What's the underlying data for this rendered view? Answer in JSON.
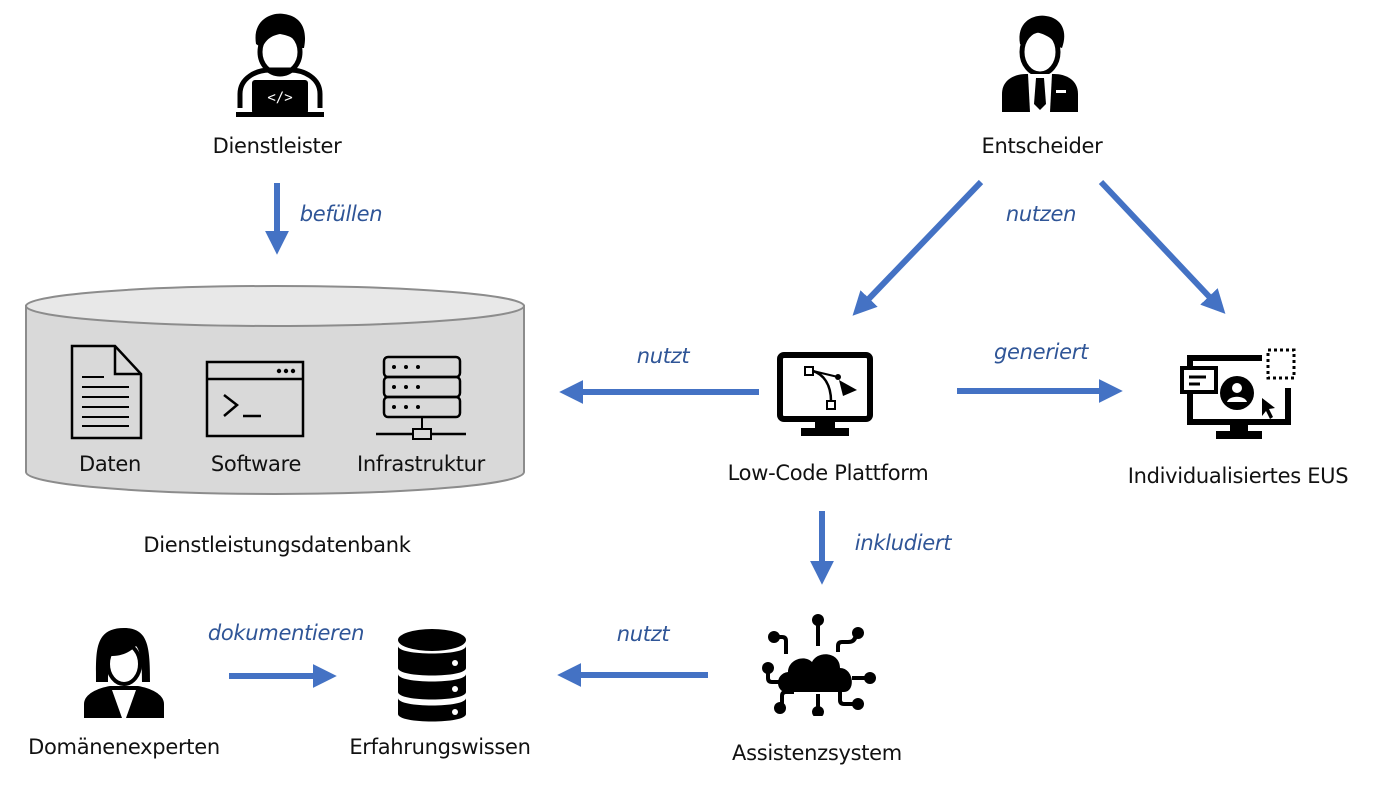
{
  "colors": {
    "arrow": "#4472c4",
    "edge_label": "#2f5597",
    "cylinder_fill": "#d9d9d9",
    "cylinder_top": "#e8e8e8",
    "cylinder_stroke": "#8c8c8c",
    "icon": "#000000"
  },
  "nodes": {
    "dienstleister": {
      "label": "Dienstleister",
      "icon": "developer-laptop-icon"
    },
    "entscheider": {
      "label": "Entscheider",
      "icon": "businessman-icon"
    },
    "dienstleistungsdatenbank": {
      "label": "Dienstleistungsdatenbank",
      "icon": "cylinder-database",
      "items": [
        {
          "label": "Daten",
          "icon": "document-icon"
        },
        {
          "label": "Software",
          "icon": "terminal-window-icon"
        },
        {
          "label": "Infrastruktur",
          "icon": "server-network-icon"
        }
      ]
    },
    "low_code": {
      "label": "Low-Code Plattform",
      "icon": "monitor-bezier-icon"
    },
    "eus": {
      "label": "Individualisiertes EUS",
      "icon": "monitor-user-icon"
    },
    "assistenz": {
      "label": "Assistenzsystem",
      "icon": "cloud-network-icon"
    },
    "erfahrungswissen": {
      "label": "Erfahrungswissen",
      "icon": "database-stack-icon"
    },
    "domaenenexperten": {
      "label": "Domänenexperten",
      "icon": "businesswoman-icon"
    }
  },
  "edges": [
    {
      "from": "dienstleister",
      "to": "dienstleistungsdatenbank",
      "label": "befüllen"
    },
    {
      "from": "entscheider",
      "to": "low_code",
      "label": "nutzen"
    },
    {
      "from": "entscheider",
      "to": "eus",
      "label": ""
    },
    {
      "from": "low_code",
      "to": "dienstleistungsdatenbank",
      "label": "nutzt"
    },
    {
      "from": "low_code",
      "to": "eus",
      "label": "generiert"
    },
    {
      "from": "low_code",
      "to": "assistenz",
      "label": "inkludiert"
    },
    {
      "from": "assistenz",
      "to": "erfahrungswissen",
      "label": "nutzt"
    },
    {
      "from": "domaenenexperten",
      "to": "erfahrungswissen",
      "label": "dokumentieren"
    }
  ]
}
